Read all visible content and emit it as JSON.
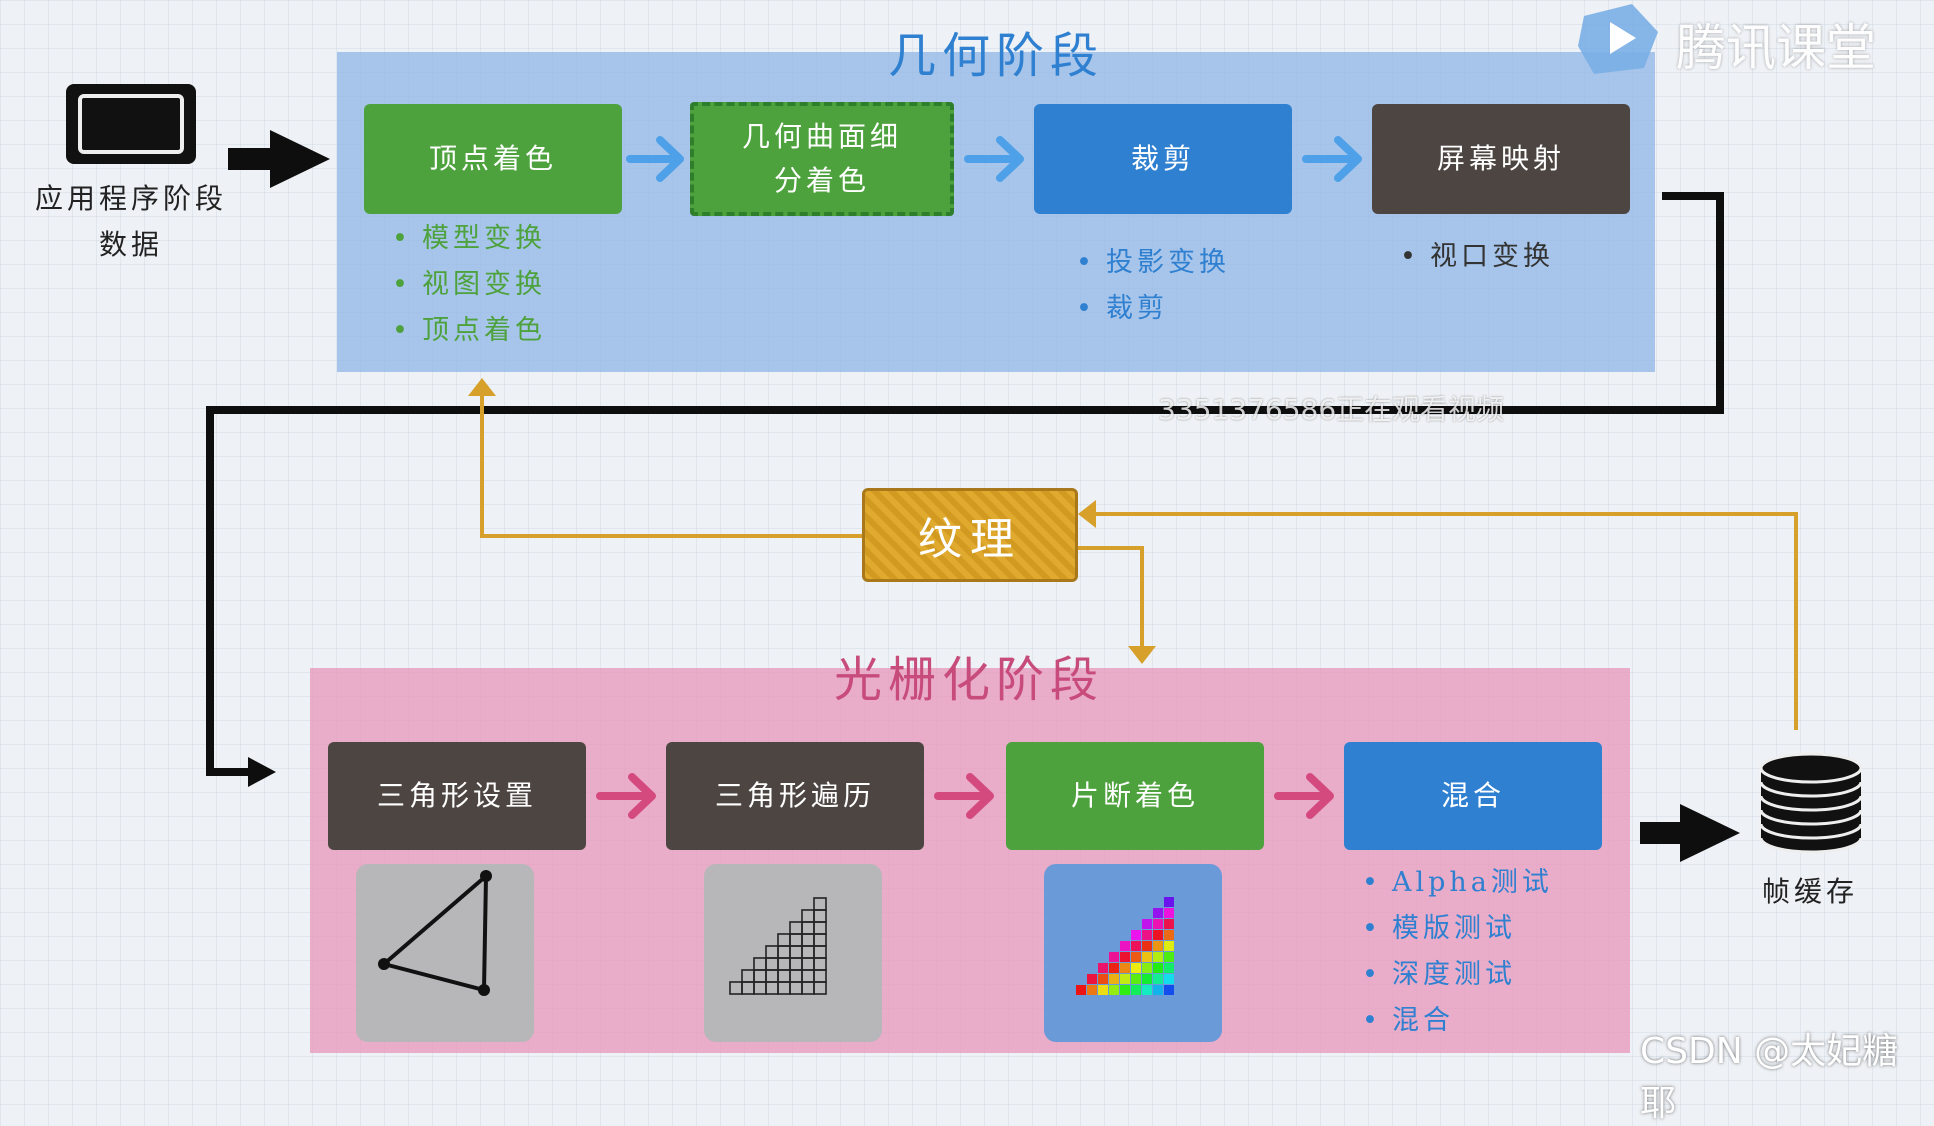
{
  "watermark": {
    "brand": "腾讯课堂",
    "viewer_notice": "3351376586正在观看视频",
    "csdn": "CSDN @太妃糖耶"
  },
  "app_stage": {
    "label_line1": "应用程序阶段",
    "label_line2": "数据"
  },
  "geometry_stage": {
    "title": "几何阶段",
    "boxes": [
      {
        "label": "顶点着色",
        "bullets": [
          "模型变换",
          "视图变换",
          "顶点着色"
        ]
      },
      {
        "label_line1": "几何曲面细",
        "label_line2": "分着色",
        "bullets": []
      },
      {
        "label": "裁剪",
        "bullets": [
          "投影变换",
          "裁剪"
        ]
      },
      {
        "label": "屏幕映射",
        "bullets": [
          "视口变换"
        ]
      }
    ]
  },
  "texture": {
    "label": "纹理"
  },
  "raster_stage": {
    "title": "光栅化阶段",
    "boxes": [
      {
        "label": "三角形设置"
      },
      {
        "label": "三角形遍历"
      },
      {
        "label": "片断着色"
      },
      {
        "label": "混合",
        "bullets": [
          "Alpha测试",
          "模版测试",
          "深度测试",
          "混合"
        ]
      }
    ]
  },
  "framebuffer": {
    "label": "帧缓存"
  },
  "colors": {
    "green_box": "#4ea23d",
    "blue_box": "#2f80d0",
    "dark_box": "#4d4541",
    "geometry_panel": "#8cb4e6",
    "raster_panel": "#e896b9",
    "geometry_bullet_green": "#4ea23d",
    "geometry_bullet_blue": "#2f80d0",
    "raster_title": "#c74c7c",
    "geometry_title": "#2f80d0",
    "texture": "#e0aa2e",
    "texture_line": "#d6a02a",
    "pink_arrow": "#d44a7e",
    "blue_arrow": "#4ea0e8"
  }
}
